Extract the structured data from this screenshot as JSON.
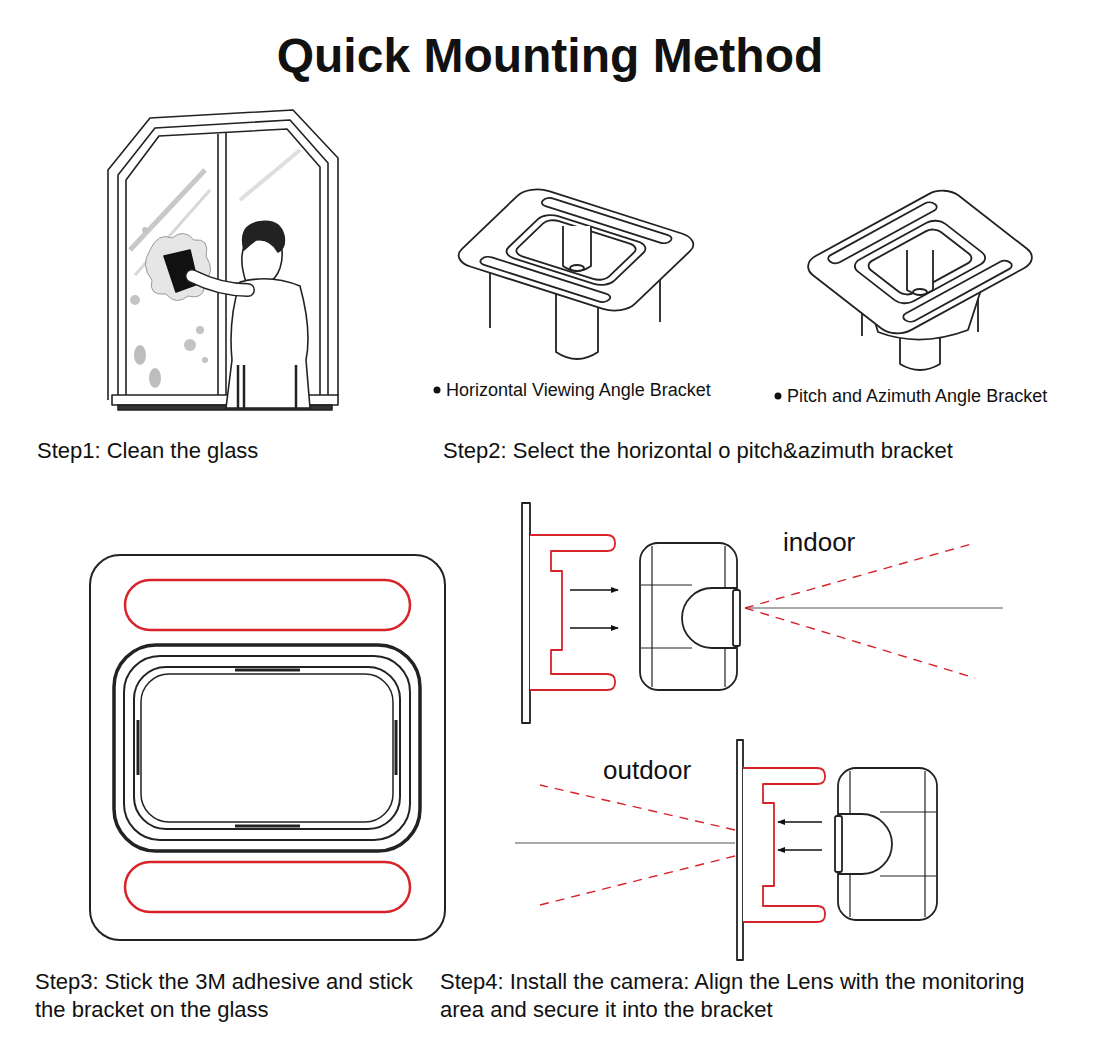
{
  "diagram": {
    "title": "Quick Mounting Method",
    "labels": [
      "Horizontal Viewing Angle Bracket",
      "Pitch and Azimuth Angle Bracket",
      "Step1: Clean the glass",
      "Step2: Select the horizontal o pitch&azimuth bracket",
      "indoor",
      "outdoor",
      "Step3: Stick the 3M adhesive and stick the bracket on the glass",
      "Step4: Install the camera: Align the Lens with the monitoring area and secure it into the bracket"
    ]
  }
}
